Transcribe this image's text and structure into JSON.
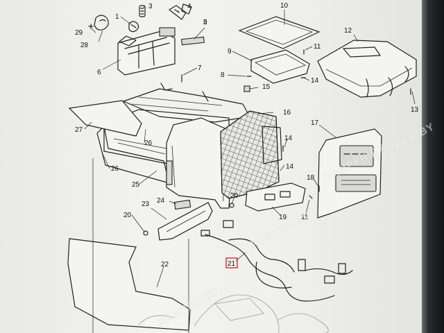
{
  "diagram": {
    "callouts": [
      "1",
      "2",
      "3",
      "4",
      "5",
      "6",
      "7",
      "8",
      "9",
      "10",
      "11",
      "11",
      "12",
      "13",
      "14",
      "14",
      "14",
      "15",
      "16",
      "17",
      "18",
      "19",
      "20",
      "20",
      "21",
      "22",
      "23",
      "24",
      "25",
      "26",
      "26",
      "27",
      "28",
      "29"
    ],
    "highlighted_callout": "21",
    "highlight_color": "#d21e1e"
  },
  "watermarks": [
    "BAMPER.BY",
    "BAMPER.BY",
    "BAMPER.BY",
    "BAMPER.BY"
  ]
}
